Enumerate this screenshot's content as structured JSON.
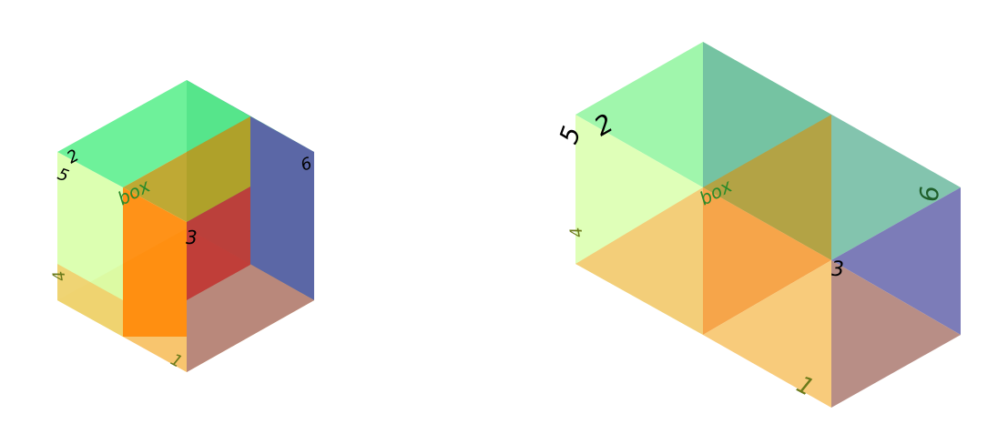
{
  "diagrams": [
    {
      "labels": {
        "top": "2",
        "left": "5",
        "right": "6",
        "front": "3",
        "bottom_left": "4",
        "bottom": "1",
        "center": "box"
      }
    },
    {
      "labels": {
        "top": "2",
        "left": "5",
        "right": "6",
        "front": "3",
        "bottom_left": "4",
        "bottom": "1",
        "center": "box"
      }
    }
  ],
  "colors": {
    "green": "#55ee88",
    "teal": "#44aa88",
    "navy": "#4444a0",
    "red": "#cc2222",
    "orange": "#ff8800",
    "yellow": "#f6c25a",
    "lime": "#d6ff9e",
    "brown": "#a86060",
    "olive": "#b79a1e",
    "label_dark": "#000000",
    "label_olive": "#6b7a1a",
    "label_green": "#2a8a2a"
  }
}
